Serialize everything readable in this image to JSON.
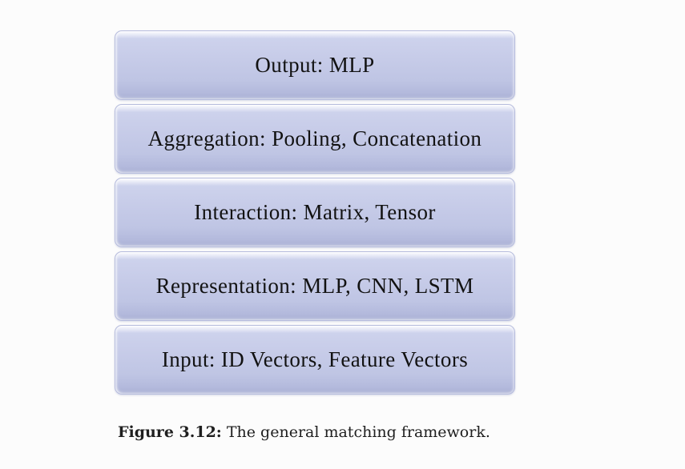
{
  "page": {
    "background_color": "#fcfcfc"
  },
  "diagram": {
    "type": "stacked-layer-boxes",
    "box_fill_color": "#c4c9e5",
    "box_fill_dark_color": "#a7aed3",
    "box_highlight_color": "#ffffff",
    "box_border_color": "#b6bcdd",
    "text_color": "#121212",
    "boxes": [
      {
        "id": "output",
        "label": "Output: MLP"
      },
      {
        "id": "aggregation",
        "label": "Aggregation: Pooling, Concatenation"
      },
      {
        "id": "interaction",
        "label": "Interaction: Matrix, Tensor"
      },
      {
        "id": "representation",
        "label": "Representation: MLP, CNN, LSTM"
      },
      {
        "id": "input",
        "label": "Input: ID Vectors, Feature Vectors"
      }
    ]
  },
  "caption": {
    "label": "Figure 3.12:",
    "text": "The general matching framework."
  }
}
